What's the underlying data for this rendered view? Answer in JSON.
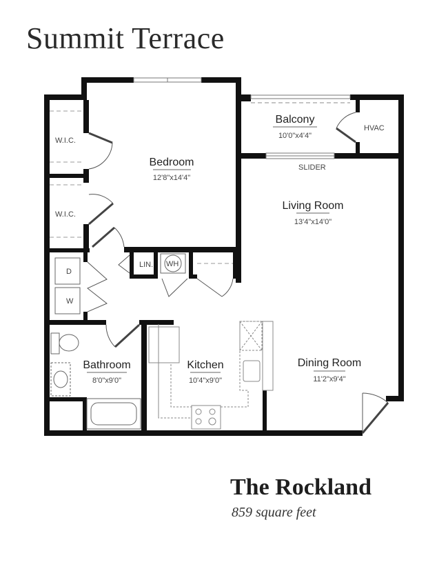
{
  "header": {
    "property_name": "Summit Terrace"
  },
  "plan": {
    "rooms": [
      {
        "name": "Bedroom",
        "dimensions": "12'8\"x14'4\""
      },
      {
        "name": "Balcony",
        "dimensions": "10'0\"x4'4\""
      },
      {
        "name": "Living Room",
        "dimensions": "13'4\"x14'0\""
      },
      {
        "name": "Bathroom",
        "dimensions": "8'0\"x9'0\""
      },
      {
        "name": "Kitchen",
        "dimensions": "10'4\"x9'0\""
      },
      {
        "name": "Dining Room",
        "dimensions": "11'2\"x9'4\""
      }
    ],
    "labels": {
      "wic1": "W.I.C.",
      "wic2": "W.I.C.",
      "hvac": "HVAC",
      "slider": "SLIDER",
      "linen": "LIN.",
      "water_heater": "WH",
      "dryer": "D",
      "washer": "W"
    }
  },
  "footer": {
    "unit_name": "The Rockland",
    "square_feet": "859 square feet"
  }
}
